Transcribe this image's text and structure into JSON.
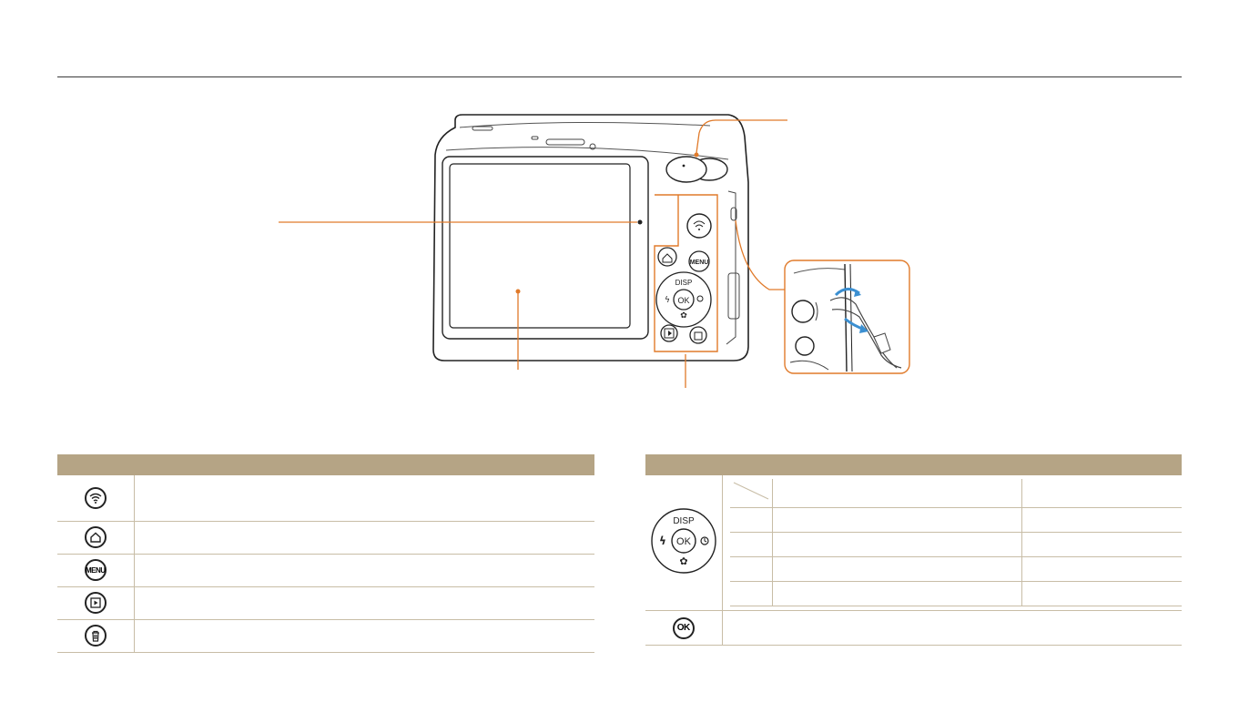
{
  "figure": {
    "dpad": {
      "top": "DISP",
      "center": "OK"
    },
    "menu_button": "MENU",
    "accent_color": "#e07a2a",
    "strap_arrow_color": "#3b8fd1"
  },
  "left_table": {
    "header_cols": [
      "",
      ""
    ],
    "rows": [
      {
        "icon": "wifi-icon",
        "text": ""
      },
      {
        "icon": "home-icon",
        "text": ""
      },
      {
        "icon": "menu-icon",
        "label": "MENU",
        "text": ""
      },
      {
        "icon": "playback-icon",
        "text": ""
      },
      {
        "icon": "delete-icon",
        "text": ""
      }
    ]
  },
  "right_table": {
    "header_cols": [
      "",
      ""
    ],
    "dpad_labels": {
      "top": "DISP",
      "center": "OK"
    },
    "inner_rows": 5,
    "ok_row": {
      "icon": "ok-icon",
      "label": "OK",
      "text": ""
    }
  },
  "colors": {
    "header_bg": "#b5a485",
    "rule": "#c8bda6",
    "accent": "#e07a2a"
  }
}
